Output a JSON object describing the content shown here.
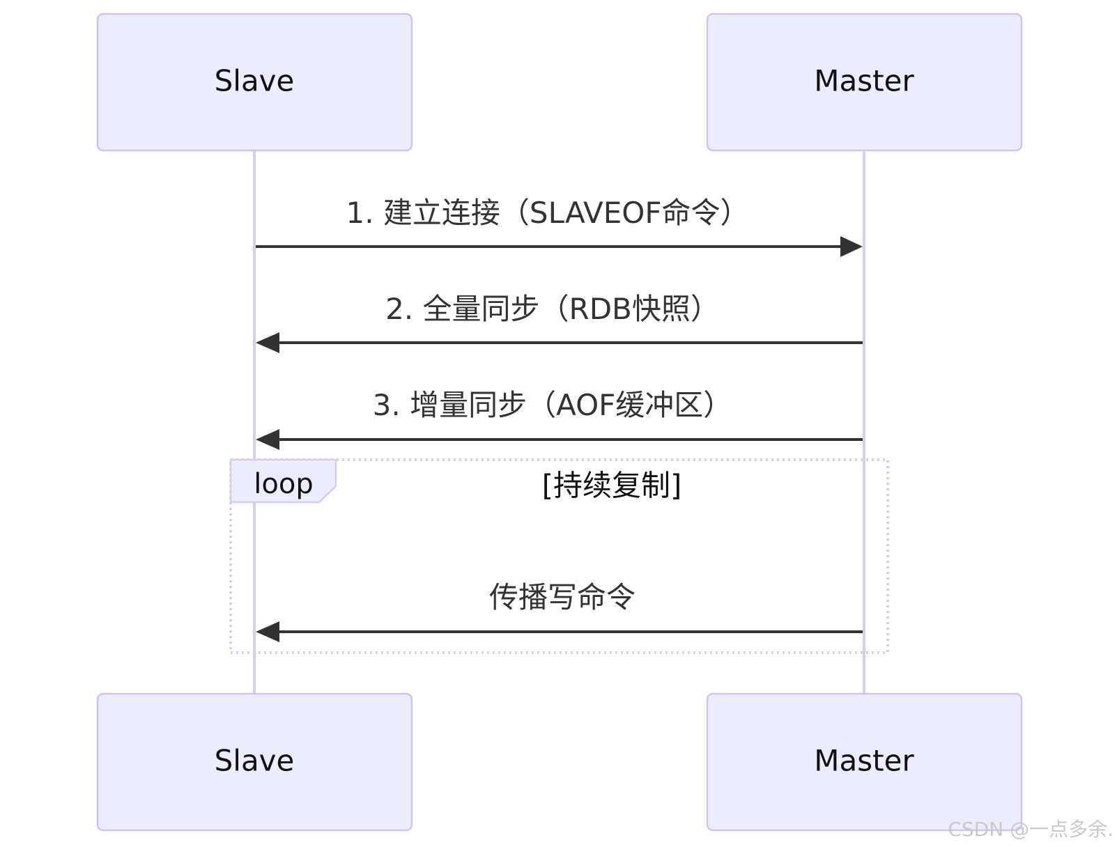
{
  "participants": [
    {
      "id": "slave",
      "label": "Slave"
    },
    {
      "id": "master",
      "label": "Master"
    }
  ],
  "messages": [
    {
      "from": "slave",
      "to": "master",
      "label": "1. 建立连接（SLAVEOF命令）"
    },
    {
      "from": "master",
      "to": "slave",
      "label": "2. 全量同步（RDB快照）"
    },
    {
      "from": "master",
      "to": "slave",
      "label": "3. 增量同步（AOF缓冲区）"
    }
  ],
  "loop": {
    "tag": "loop",
    "condition": "[持续复制]",
    "messages": [
      {
        "from": "master",
        "to": "slave",
        "label": "传播写命令"
      }
    ]
  },
  "watermark": "CSDN @一点多余.",
  "colors": {
    "actor_fill": "#ECECFF",
    "actor_border": "#CFC4EE",
    "lifeline": "#D6CDF0",
    "arrow": "#333333"
  }
}
